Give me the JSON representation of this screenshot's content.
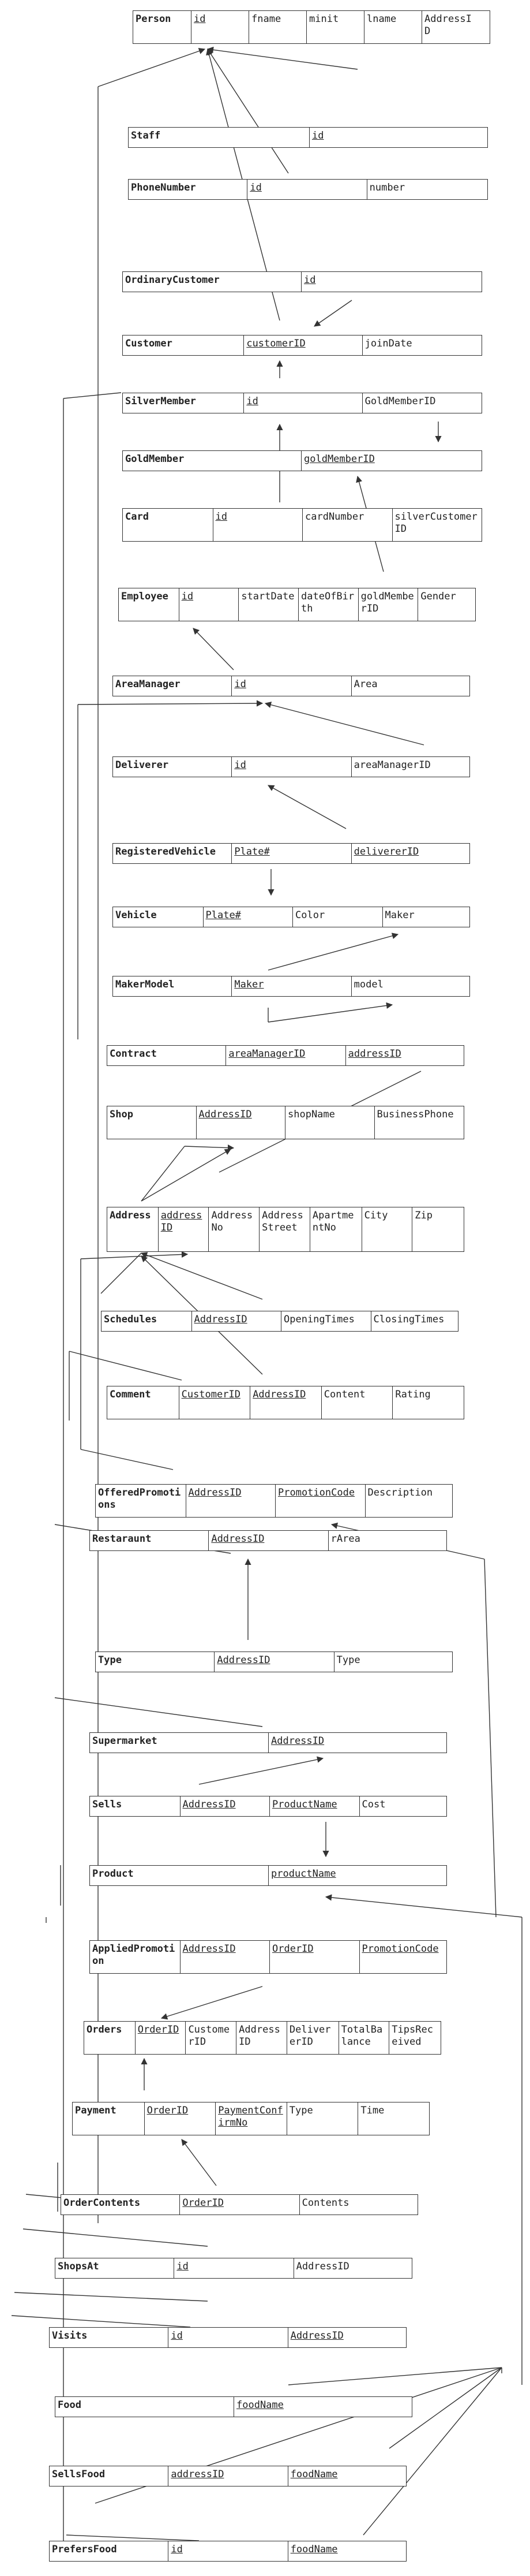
{
  "entities": [
    {
      "id": "person",
      "title": "Person",
      "attrs": [
        {
          "t": "id",
          "k": 1
        },
        {
          "t": "fname"
        },
        {
          "t": "minit"
        },
        {
          "t": "lname"
        },
        {
          "t": "AddressID"
        }
      ]
    },
    {
      "id": "staff",
      "title": "Staff",
      "attrs": [
        {
          "t": "id",
          "k": 1
        }
      ]
    },
    {
      "id": "phonenumber",
      "title": "PhoneNumber",
      "attrs": [
        {
          "t": "id",
          "k": 1
        },
        {
          "t": "number"
        }
      ]
    },
    {
      "id": "ordinarycustomer",
      "title": "OrdinaryCustomer",
      "attrs": [
        {
          "t": "id",
          "k": 1
        }
      ]
    },
    {
      "id": "customer",
      "title": "Customer",
      "attrs": [
        {
          "t": "customerID",
          "k": 1
        },
        {
          "t": "joinDate"
        }
      ]
    },
    {
      "id": "silvermember",
      "title": "SilverMember",
      "attrs": [
        {
          "t": "id",
          "k": 1
        },
        {
          "t": "GoldMemberID"
        }
      ]
    },
    {
      "id": "goldmember",
      "title": "GoldMember",
      "attrs": [
        {
          "t": "goldMemberID",
          "k": 1
        }
      ]
    },
    {
      "id": "card",
      "title": "Card",
      "attrs": [
        {
          "t": "id",
          "k": 1
        },
        {
          "t": "cardNumber"
        },
        {
          "t": "silverCustomerID"
        }
      ]
    },
    {
      "id": "employee",
      "title": "Employee",
      "attrs": [
        {
          "t": "id",
          "k": 1
        },
        {
          "t": "startDate"
        },
        {
          "t": "dateOfBirth"
        },
        {
          "t": "goldMemberID"
        },
        {
          "t": "Gender"
        }
      ]
    },
    {
      "id": "areamanager",
      "title": "AreaManager",
      "attrs": [
        {
          "t": "id",
          "k": 1
        },
        {
          "t": "Area"
        }
      ]
    },
    {
      "id": "deliverer",
      "title": "Deliverer",
      "attrs": [
        {
          "t": "id",
          "k": 1
        },
        {
          "t": "areaManagerID"
        }
      ]
    },
    {
      "id": "registeredvehicle",
      "title": "RegisteredVehicle",
      "attrs": [
        {
          "t": "Plate#",
          "k": 1
        },
        {
          "t": "delivererID",
          "k": 1
        }
      ]
    },
    {
      "id": "vehicle",
      "title": "Vehicle",
      "attrs": [
        {
          "t": "Plate#",
          "k": 1
        },
        {
          "t": "Color"
        },
        {
          "t": "Maker"
        }
      ]
    },
    {
      "id": "makermodel",
      "title": "MakerModel",
      "attrs": [
        {
          "t": "Maker",
          "k": 1
        },
        {
          "t": "model"
        }
      ]
    },
    {
      "id": "contract",
      "title": "Contract",
      "attrs": [
        {
          "t": "areaManagerID",
          "k": 1
        },
        {
          "t": "addressID",
          "k": 1
        }
      ]
    },
    {
      "id": "shop",
      "title": "Shop",
      "attrs": [
        {
          "t": "AddressID",
          "k": 1
        },
        {
          "t": "shopName"
        },
        {
          "t": "BusinessPhone"
        }
      ]
    },
    {
      "id": "address",
      "title": "Address",
      "attrs": [
        {
          "t": "addressID",
          "k": 1
        },
        {
          "t": "AddressNo"
        },
        {
          "t": "AddressStreet"
        },
        {
          "t": "ApartmentNo"
        },
        {
          "t": "City"
        },
        {
          "t": "Zip"
        }
      ]
    },
    {
      "id": "schedules",
      "title": "Schedules",
      "attrs": [
        {
          "t": "AddressID",
          "k": 1
        },
        {
          "t": "OpeningTimes"
        },
        {
          "t": "ClosingTimes"
        }
      ]
    },
    {
      "id": "comment",
      "title": "Comment",
      "attrs": [
        {
          "t": "CustomerID",
          "k": 1
        },
        {
          "t": "AddressID",
          "k": 1
        },
        {
          "t": "Content"
        },
        {
          "t": "Rating"
        }
      ]
    },
    {
      "id": "offeredpromotions",
      "title": "OfferedPromotions",
      "attrs": [
        {
          "t": "AddressID",
          "k": 1
        },
        {
          "t": "PromotionCode",
          "k": 1
        },
        {
          "t": "Description"
        }
      ]
    },
    {
      "id": "restaurant",
      "title": "Restaraunt",
      "attrs": [
        {
          "t": "AddressID",
          "k": 1
        },
        {
          "t": "rArea"
        }
      ]
    },
    {
      "id": "type",
      "title": "Type",
      "attrs": [
        {
          "t": "AddressID",
          "k": 1
        },
        {
          "t": "Type"
        }
      ]
    },
    {
      "id": "supermarket",
      "title": "Supermarket",
      "attrs": [
        {
          "t": "AddressID",
          "k": 1
        }
      ]
    },
    {
      "id": "sells",
      "title": "Sells",
      "attrs": [
        {
          "t": "AddressID",
          "k": 1
        },
        {
          "t": "ProductName",
          "k": 1
        },
        {
          "t": "Cost"
        }
      ]
    },
    {
      "id": "product",
      "title": "Product",
      "attrs": [
        {
          "t": "productName",
          "k": 1
        }
      ]
    },
    {
      "id": "appliedpromotion",
      "title": "AppliedPromotion",
      "attrs": [
        {
          "t": "AddressID",
          "k": 1
        },
        {
          "t": "OrderID",
          "k": 1
        },
        {
          "t": "PromotionCode",
          "k": 1
        }
      ]
    },
    {
      "id": "orders",
      "title": "Orders",
      "attrs": [
        {
          "t": "OrderID",
          "k": 1
        },
        {
          "t": "CustomerID"
        },
        {
          "t": "AddressID"
        },
        {
          "t": "DelivererID"
        },
        {
          "t": "TotalBalance"
        },
        {
          "t": "TipsReceived"
        }
      ]
    },
    {
      "id": "payment",
      "title": "Payment",
      "attrs": [
        {
          "t": "OrderID",
          "k": 1
        },
        {
          "t": "PaymentConfirmNo",
          "k": 1
        },
        {
          "t": "Type"
        },
        {
          "t": "Time"
        }
      ]
    },
    {
      "id": "ordercontents",
      "title": "OrderContents",
      "attrs": [
        {
          "t": "OrderID",
          "k": 1
        },
        {
          "t": "Contents"
        }
      ]
    },
    {
      "id": "shopsat",
      "title": "ShopsAt",
      "attrs": [
        {
          "t": "id",
          "k": 1
        },
        {
          "t": "AddressID"
        }
      ]
    },
    {
      "id": "visits",
      "title": "Visits",
      "attrs": [
        {
          "t": "id",
          "k": 1
        },
        {
          "t": "AddressID",
          "k": 1
        }
      ]
    },
    {
      "id": "food",
      "title": "Food",
      "attrs": [
        {
          "t": "foodName",
          "k": 1
        }
      ]
    },
    {
      "id": "sellsfood",
      "title": "SellsFood",
      "attrs": [
        {
          "t": "addressID",
          "k": 1
        },
        {
          "t": "foodName",
          "k": 1
        }
      ]
    },
    {
      "id": "prefersfood",
      "title": "PrefersFood",
      "attrs": [
        {
          "t": "id",
          "k": 1
        },
        {
          "t": "foodName",
          "k": 1
        }
      ]
    }
  ],
  "palette": {
    "line": "#333333",
    "border": "#333333",
    "text": "#222222",
    "background": "#ffffff"
  }
}
